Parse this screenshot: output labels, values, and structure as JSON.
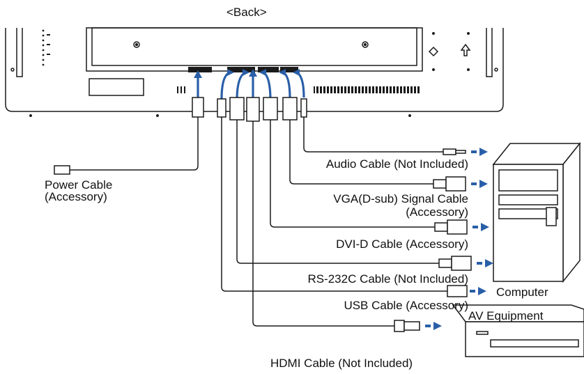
{
  "view_title": "<Back>",
  "colors": {
    "line": "#1a1a1a",
    "accent": "#2a5fa8",
    "fill": "#ffffff"
  },
  "cables": {
    "audio": "Audio Cable (Not Included)",
    "vga_line1": "VGA(D-sub) Signal Cable",
    "vga_line2": "(Accessory)",
    "dvi": "DVI-D Cable (Accessory)",
    "rs232c": "RS-232C Cable (Not Included)",
    "usb": "USB Cable (Accessory)",
    "hdmi": "HDMI Cable (Not Included)",
    "power_line1": "Power Cable",
    "power_line2": "(Accessory)"
  },
  "devices": {
    "computer": "Computer",
    "av_equipment": "AV Equipment"
  }
}
